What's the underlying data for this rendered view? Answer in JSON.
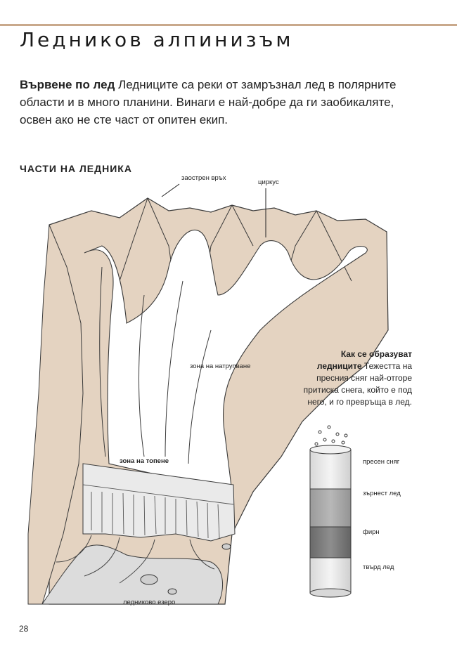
{
  "page": {
    "title": "Ледников алпинизъм",
    "intro": {
      "lead": "Вървене по лед",
      "text": " Ледниците са реки от замръзнал лед в полярните области и в много планини. Винаги е най-добре да ги заобикаляте, освен ако не сте част от опитен екип."
    },
    "section_heading": "ЧАСТИ НА ЛЕДНИКА",
    "page_number": "28"
  },
  "glacier_labels": {
    "peak": "заострен връх",
    "cirque": "циркус",
    "accumulation_zone": "зона на натрупване",
    "ablation_zone": "зона на топене",
    "glacial_lake": "ледниково езеро"
  },
  "side_note": {
    "lead": "Как се образуват ледниците",
    "text": " Тежестта на пресния сняг най-отгоре притиска снега, който е под него, и го превръща в лед."
  },
  "column_labels": {
    "fresh_snow": "пресен сняг",
    "granular_ice": "зърнест лед",
    "firn": "фирн",
    "hard_ice": "твърд лед"
  },
  "colors": {
    "rule": "#c9a98c",
    "rock": "#e4d3c1",
    "ice": "#ffffff",
    "column_dark": "#7d7d7d"
  }
}
